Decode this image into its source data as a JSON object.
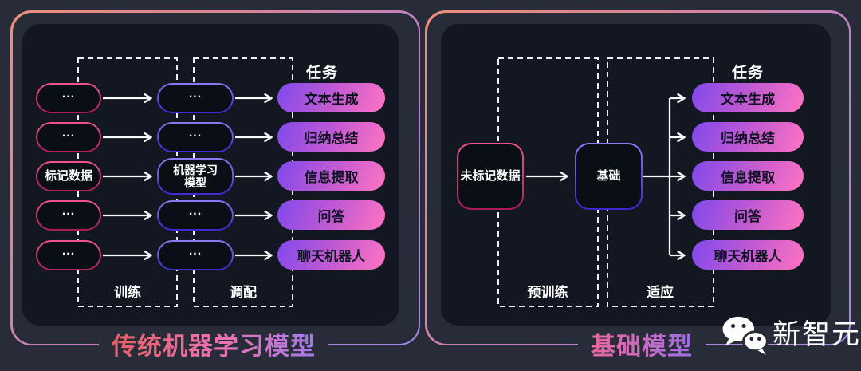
{
  "left_panel": {
    "title": "传统机器学习模型",
    "tasks_header": "任务",
    "stages": [
      "训练",
      "调配"
    ],
    "data_column": [
      "...",
      "...",
      "标记数据",
      "...",
      "..."
    ],
    "model_column": [
      "...",
      "...",
      "机器学习模型",
      "...",
      "..."
    ],
    "tasks": [
      "文本生成",
      "归纳总结",
      "信息提取",
      "问答",
      "聊天机器人"
    ]
  },
  "right_panel": {
    "title": "基础模型",
    "tasks_header": "任务",
    "stages": [
      "预训练",
      "适应"
    ],
    "data_node": "未标记数据",
    "model_node": "基础",
    "tasks": [
      "文本生成",
      "归纳总结",
      "信息提取",
      "问答",
      "聊天机器人"
    ]
  },
  "watermark": {
    "brand": "新智元",
    "icon": "wechat-icon"
  },
  "colors": {
    "canvas_bg": "#272c38",
    "inner_panel_bg": "#121721",
    "node_fill": "#0a0e15",
    "panel_border_start": "#ee8f7a",
    "panel_border_end": "#a18bec",
    "pink_node_border": "#e8407c",
    "violet_node_border": "#5a43e0",
    "task_pill_start": "#8049ec",
    "task_pill_end": "#ff74c2",
    "title_left_gradient": [
      "#e85f63",
      "#9f7ae8"
    ],
    "title_right_gradient": [
      "#ec679e",
      "#a06ce6"
    ],
    "line_color": "#ffffff"
  }
}
